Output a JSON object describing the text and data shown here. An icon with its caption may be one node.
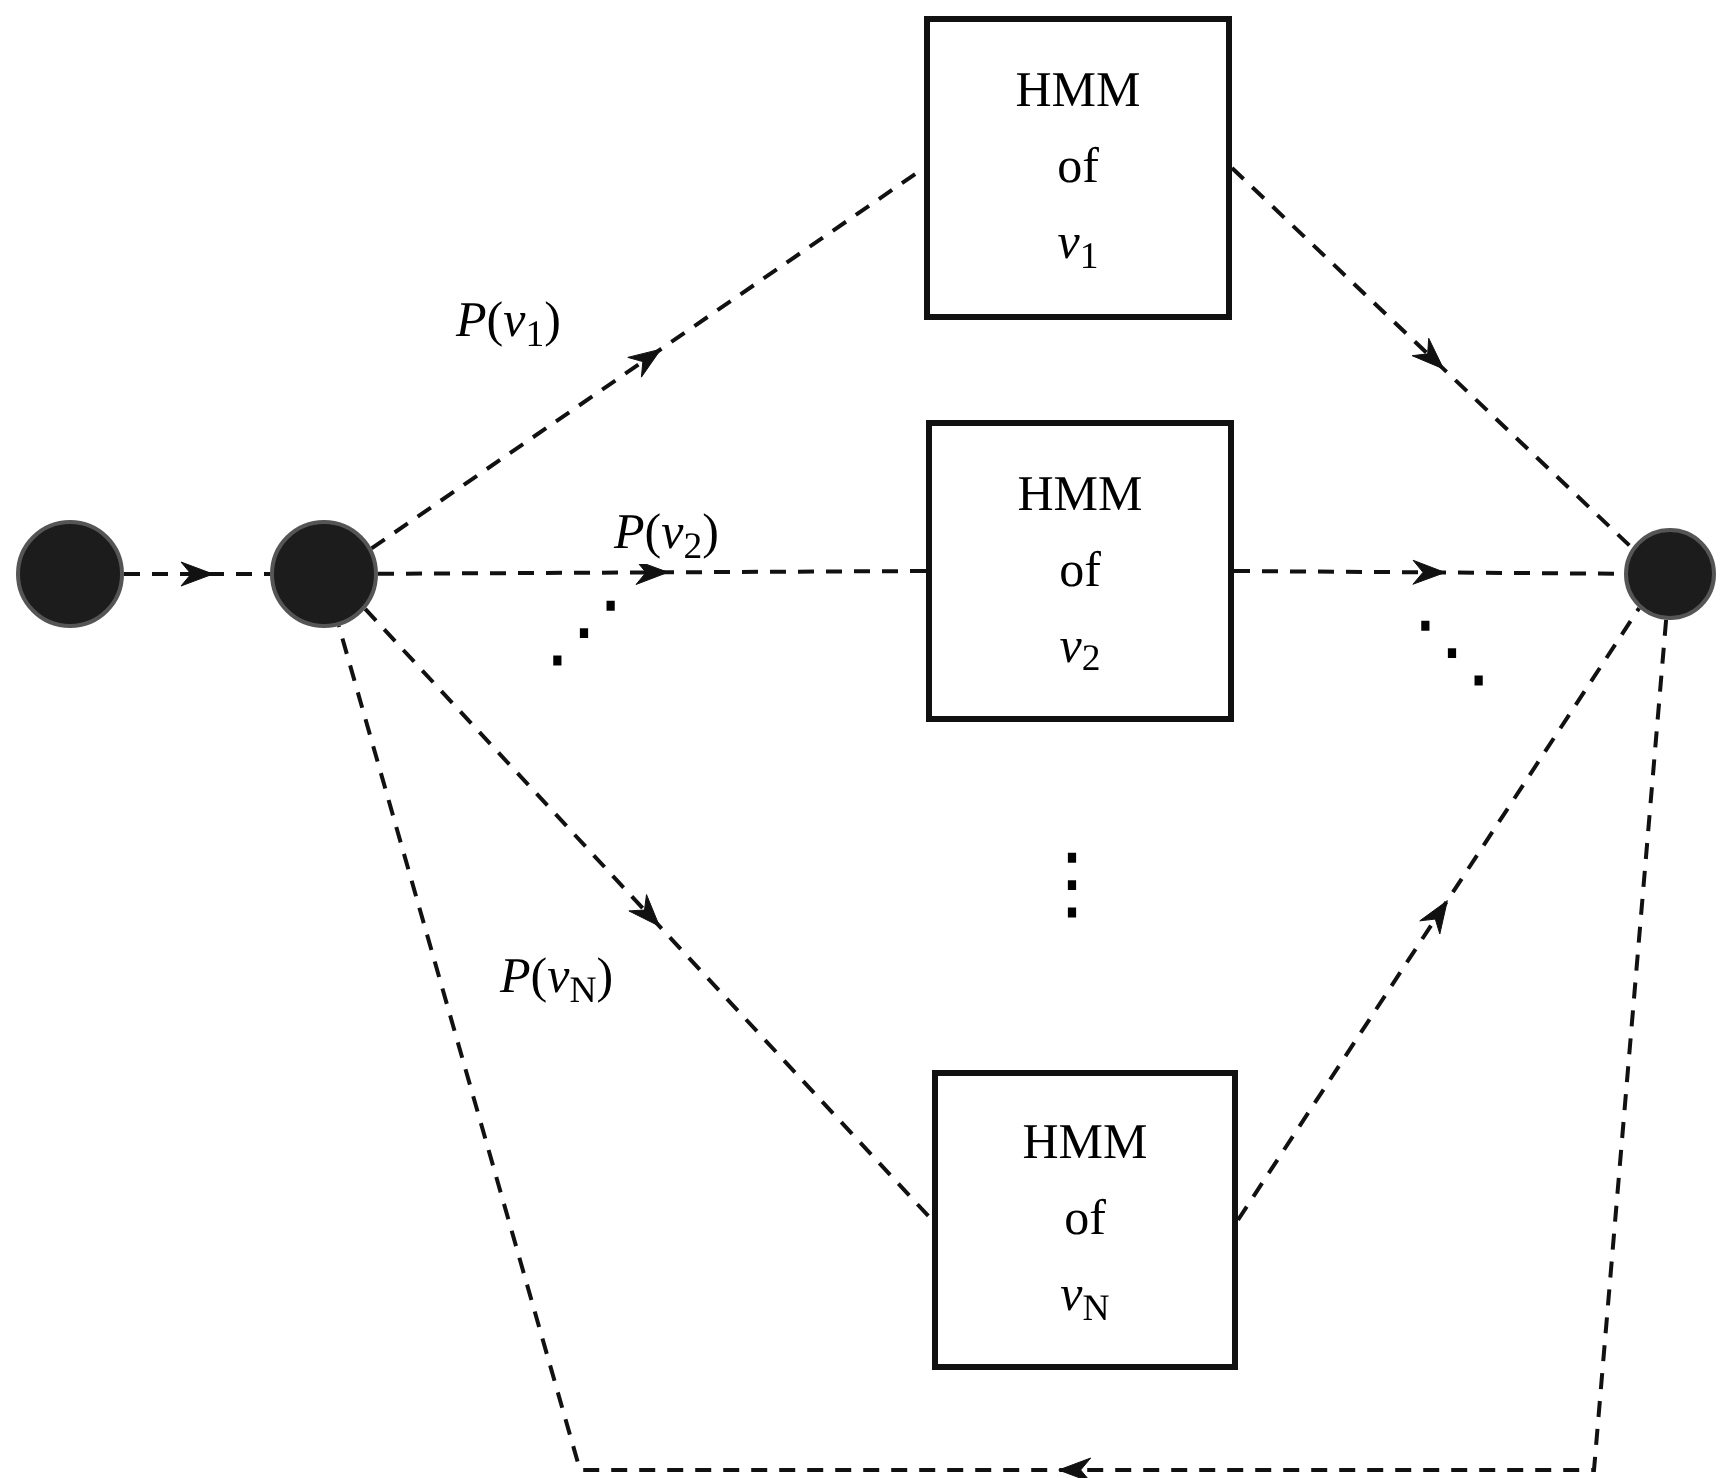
{
  "diagram": {
    "nodes": [
      {
        "text": [],
        "shape": "circle"
      },
      {
        "text": [],
        "shape": "circle"
      },
      {
        "text": [
          "HMM",
          "of",
          "*v*$_{1}$"
        ]
      },
      {
        "text": [
          "HMM",
          "of",
          "*v*$_{2}$"
        ]
      },
      {
        "text": [
          "HMM",
          "of",
          "*v*$_{N}$"
        ]
      },
      {
        "text": [],
        "shape": "circle"
      }
    ],
    "edges": [
      {
        "from": 0,
        "to": 1,
        "arrow": "to",
        "style": "dashed"
      },
      {
        "from": 1,
        "to": 2,
        "arrow": "to",
        "style": "dashed",
        "label": "*P*(*v*$_{1}$)"
      },
      {
        "from": 1,
        "to": 3,
        "arrow": "to",
        "style": "dashed",
        "label": "*P*(*v*$_{2}$)"
      },
      {
        "from": 1,
        "to": 4,
        "arrow": "to",
        "style": "dashed",
        "label": "*P*(*v*$_{N}$)"
      },
      {
        "from": 2,
        "to": 5,
        "arrow": "to",
        "style": "dashed"
      },
      {
        "from": 3,
        "to": 5,
        "arrow": "to",
        "style": "dashed"
      },
      {
        "from": 4,
        "to": 5,
        "arrow": "to",
        "style": "dashed"
      },
      {
        "from": 5,
        "to": 1,
        "arrow": "to",
        "style": "dashed"
      }
    ],
    "labels": [
      "⋰",
      "⋮",
      "⋱"
    ]
  }
}
